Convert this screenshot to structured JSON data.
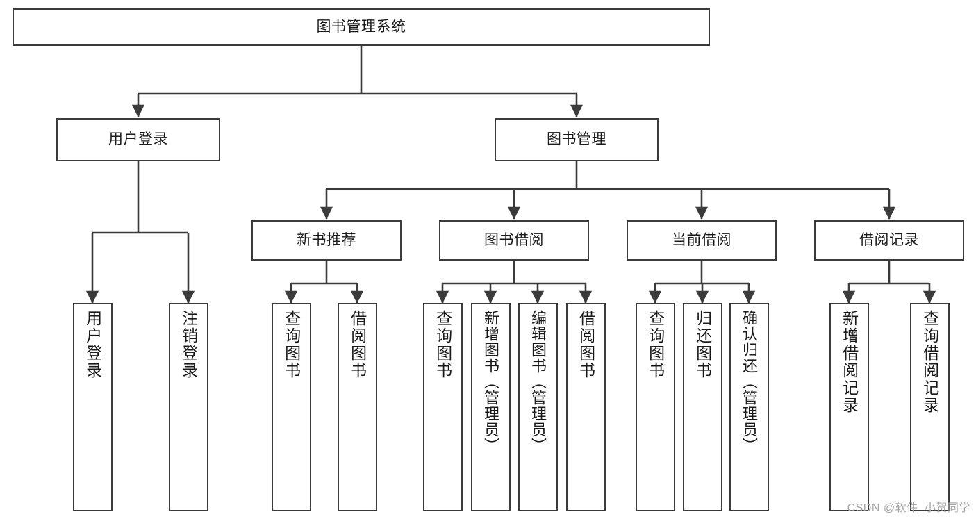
{
  "diagram": {
    "title": "图书管理系统",
    "type": "tree-hierarchy",
    "orientation": "top-down",
    "colors": {
      "node_border": "#3b3b3b",
      "node_fill": "#ffffff",
      "edge": "#3b3b3b",
      "text": "#1a1a1a",
      "watermark": "#a7a7a7",
      "background": "#ffffff"
    }
  },
  "root": {
    "label": "图书管理系统"
  },
  "level2": [
    {
      "label": "用户登录"
    },
    {
      "label": "图书管理"
    }
  ],
  "level3": [
    {
      "label": "新书推荐"
    },
    {
      "label": "图书借阅"
    },
    {
      "label": "当前借阅"
    },
    {
      "label": "借阅记录"
    }
  ],
  "leaves": {
    "user_login": [
      {
        "label": "用户登录"
      },
      {
        "label": "注销登录"
      }
    ],
    "new_book": [
      {
        "label": "查询图书"
      },
      {
        "label": "借阅图书"
      }
    ],
    "book_borrow": [
      {
        "label": "查询图书"
      },
      {
        "label": "新增图书（管理员）"
      },
      {
        "label": "编辑图书（管理员）"
      },
      {
        "label": "借阅图书"
      }
    ],
    "current_borrow": [
      {
        "label": "查询图书"
      },
      {
        "label": "归还图书"
      },
      {
        "label": "确认归还（管理员）"
      }
    ],
    "borrow_record": [
      {
        "label": "新增借阅记录"
      },
      {
        "label": "查询借阅记录"
      }
    ]
  },
  "watermark": {
    "text": "CSDN @软件_小贺同学"
  }
}
